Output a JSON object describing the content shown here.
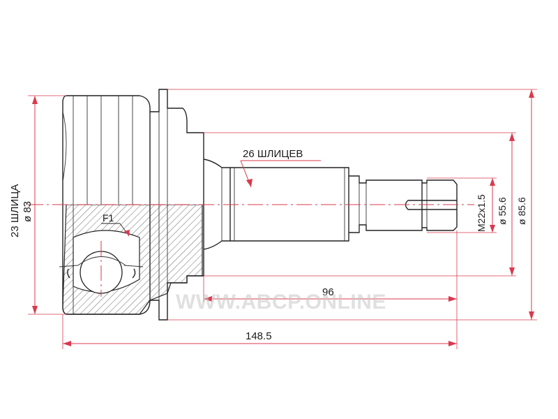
{
  "labels": {
    "splines_outer": "23 ШЛИЦА",
    "diameter_outer": "ø 83",
    "splines_shaft": "26 ШЛИЦЕВ",
    "feature_f1": "F1",
    "thread": "M22x1.5",
    "diameter_seal": "ø 55.6",
    "diameter_abs": "ø 85.6",
    "length_shaft": "96",
    "length_total": "148.5"
  },
  "watermark": "WWW.ABCP.ONLINE",
  "colors": {
    "dimension": "#d93a4e",
    "outline": "#222222",
    "watermark": "#c8c8c8"
  }
}
